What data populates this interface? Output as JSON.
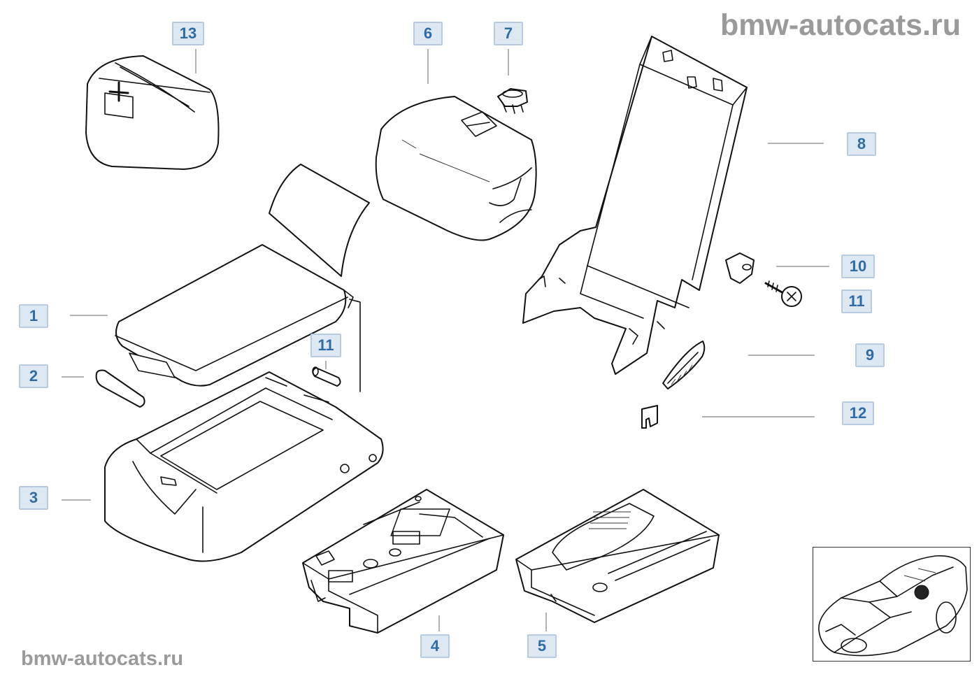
{
  "watermark": {
    "top": "bmw-autocats.ru",
    "bottom": "bmw-autocats.ru"
  },
  "callouts": [
    {
      "id": "c1",
      "label": "1"
    },
    {
      "id": "c2",
      "label": "2"
    },
    {
      "id": "c3",
      "label": "3"
    },
    {
      "id": "c4",
      "label": "4"
    },
    {
      "id": "c5",
      "label": "5"
    },
    {
      "id": "c6",
      "label": "6"
    },
    {
      "id": "c7",
      "label": "7"
    },
    {
      "id": "c8",
      "label": "8"
    },
    {
      "id": "c9",
      "label": "9"
    },
    {
      "id": "c10",
      "label": "10"
    },
    {
      "id": "c11a",
      "label": "11"
    },
    {
      "id": "c11b",
      "label": "11"
    },
    {
      "id": "c12",
      "label": "12"
    },
    {
      "id": "c13",
      "label": "13"
    }
  ],
  "icons": {
    "first_aid": "first-aid-kit-icon",
    "car_locator": "car-location-thumbnail-icon"
  },
  "colors": {
    "callout_bg": "#dde8f3",
    "callout_border": "#b6cbe0",
    "callout_text": "#2f6ca6",
    "watermark": "#9a9a9a",
    "line": "#111111"
  }
}
